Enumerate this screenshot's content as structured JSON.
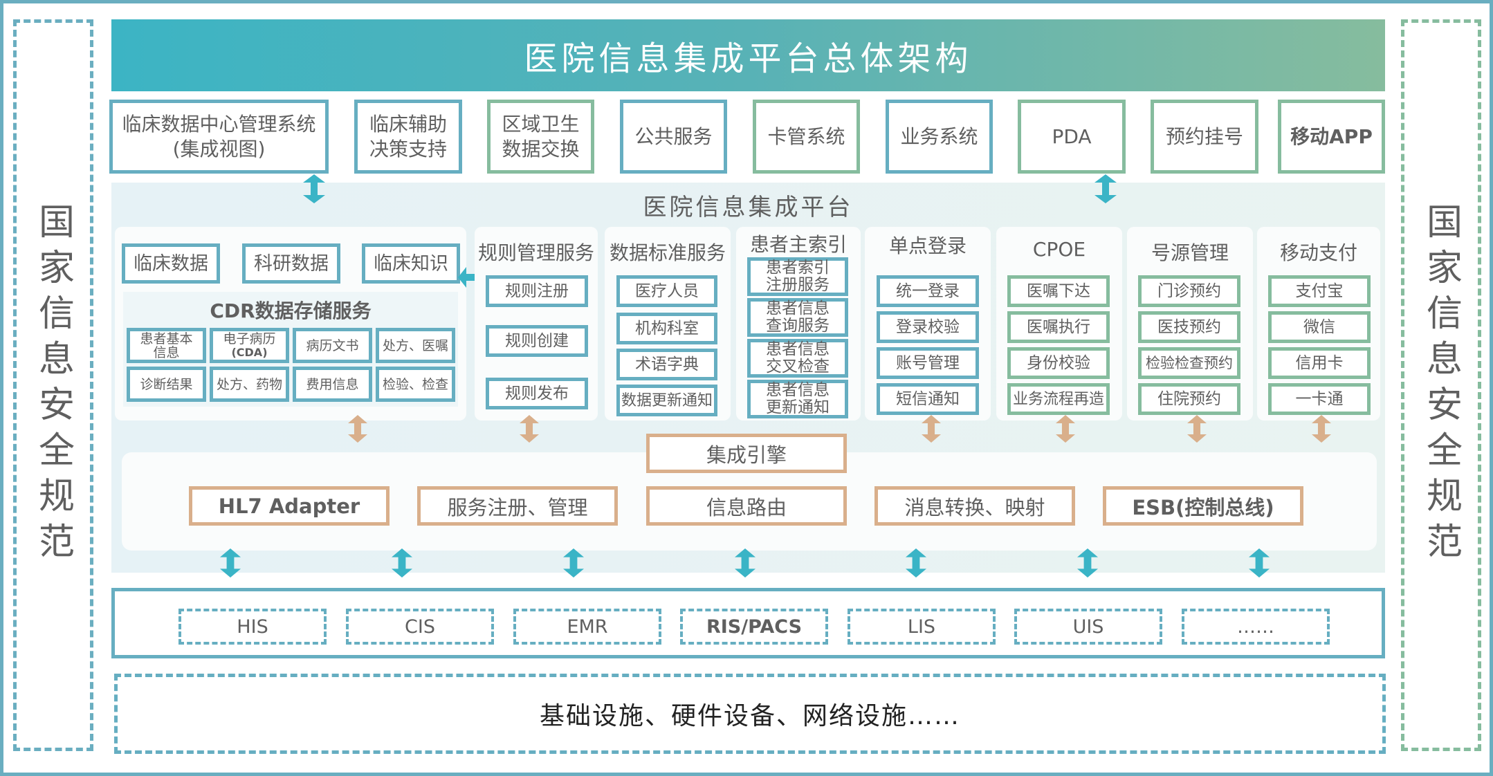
{
  "title": "医院信息集成平台总体架构",
  "side_labels": {
    "left": "国家信息安全规范",
    "right": "国家信息安全规范"
  },
  "top_systems": [
    {
      "label": "临床数据中心管理系统\n(集成视图)",
      "line1": "临床数据中心管理系统",
      "line2": "(集成视图)",
      "color": "#66aec1"
    },
    {
      "line1": "临床辅助",
      "line2": "决策支持",
      "color": "#66aec1"
    },
    {
      "line1": "区域卫生",
      "line2": "数据交换",
      "color": "#86bc9e"
    },
    {
      "line1": "公共服务",
      "color": "#66aec1"
    },
    {
      "line1": "卡管系统",
      "color": "#86bc9e"
    },
    {
      "line1": "业务系统",
      "color": "#66aec1"
    },
    {
      "line1": "PDA",
      "color": "#86bc9e"
    },
    {
      "line1": "预约挂号",
      "color": "#86bc9e"
    },
    {
      "line1": "移动APP",
      "color": "#86bc9e"
    }
  ],
  "platform": {
    "title": "医院信息集成平台",
    "data_types": [
      "临床数据",
      "科研数据",
      "临床知识"
    ],
    "cdr": {
      "title": "CDR数据存储服务",
      "cells": [
        {
          "line1": "患者基本",
          "line2": "信息"
        },
        {
          "line1": "电子病历",
          "line2": "(CDA)"
        },
        {
          "line1": "病历文书"
        },
        {
          "line1": "处方、医嘱"
        },
        {
          "line1": "诊断结果"
        },
        {
          "line1": "处方、药物"
        },
        {
          "line1": "费用信息"
        },
        {
          "line1": "检验、检查"
        }
      ]
    },
    "services": [
      {
        "title": "规则管理服务",
        "items": [
          "规则注册",
          "规则创建",
          "规则发布"
        ],
        "color": "#66aec1"
      },
      {
        "title": "数据标准服务",
        "items": [
          "医疗人员",
          "机构科室",
          "术语字典",
          "数据更新通知"
        ],
        "color": "#66aec1"
      },
      {
        "title": "患者主索引",
        "items": [
          {
            "line1": "患者索引",
            "line2": "注册服务"
          },
          {
            "line1": "患者信息",
            "line2": "查询服务"
          },
          {
            "line1": "患者信息",
            "line2": "交叉检查"
          },
          {
            "line1": "患者信息",
            "line2": "更新通知"
          }
        ],
        "color": "#66aec1"
      },
      {
        "title": "单点登录",
        "items": [
          "统一登录",
          "登录校验",
          "账号管理",
          "短信通知"
        ],
        "color": "#66aec1"
      },
      {
        "title": "CPOE",
        "items": [
          "医嘱下达",
          "医嘱执行",
          "身份校验",
          "业务流程再造"
        ],
        "color": "#86bc9e"
      },
      {
        "title": "号源管理",
        "items": [
          "门诊预约",
          "医技预约",
          "检验检查预约",
          "住院预约"
        ],
        "color": "#86bc9e"
      },
      {
        "title": "移动支付",
        "items": [
          "支付宝",
          "微信",
          "信用卡",
          "一卡通"
        ],
        "color": "#86bc9e"
      }
    ],
    "engine": {
      "title": "集成引擎",
      "components": [
        "HL7 Adapter",
        "服务注册、管理",
        "信息路由",
        "消息转换、映射",
        "ESB(控制总线)"
      ]
    }
  },
  "source_systems": [
    "HIS",
    "CIS",
    "EMR",
    "RIS/PACS",
    "LIS",
    "UIS",
    "……"
  ],
  "infrastructure": "基础设施、硬件设备、网络设施……",
  "colors": {
    "teal": "#66aec1",
    "green": "#86bc9e",
    "tan": "#d9af8b",
    "arrow_teal": "#3ab4c6",
    "title_gradient_start": "#3cb4c4",
    "title_gradient_end": "#86bc9e"
  }
}
